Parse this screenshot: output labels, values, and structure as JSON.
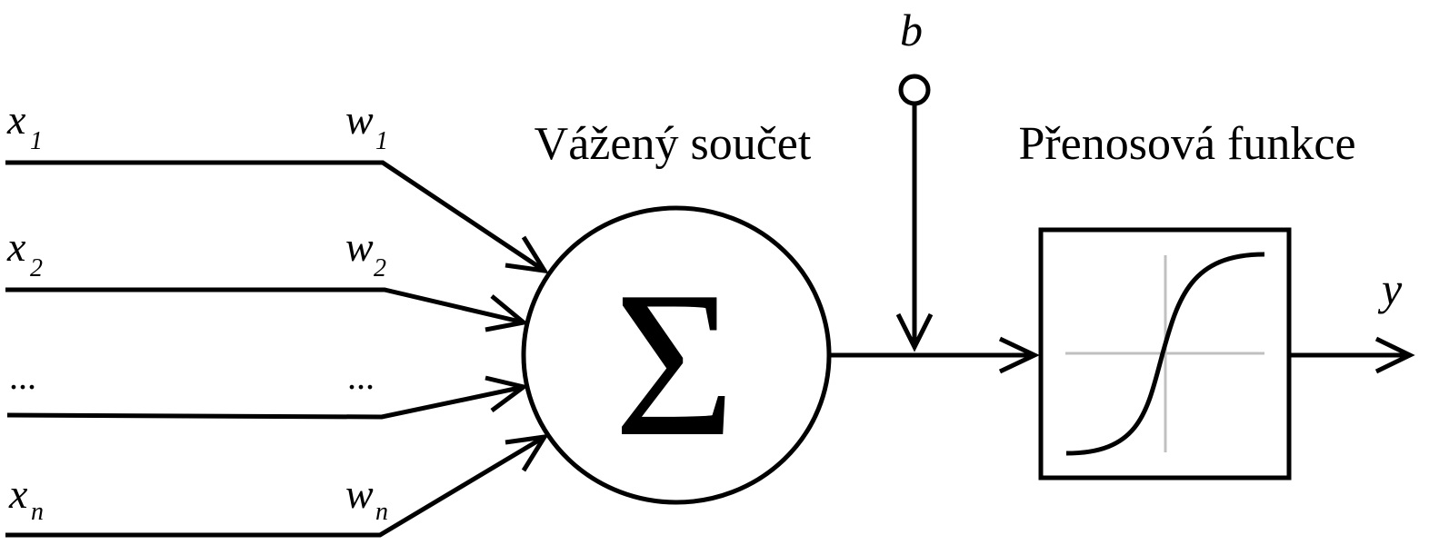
{
  "colors": {
    "line": "#000000",
    "background": "#ffffff",
    "axis": "#c0c0c0"
  },
  "inputs": [
    {
      "x_label": "x",
      "x_sub": "1",
      "w_label": "w",
      "w_sub": "1"
    },
    {
      "x_label": "x",
      "x_sub": "2",
      "w_label": "w",
      "w_sub": "2"
    },
    {
      "x_label": "...",
      "x_sub": "",
      "w_label": "...",
      "w_sub": ""
    },
    {
      "x_label": "x",
      "x_sub": "n",
      "w_label": "w",
      "w_sub": "n"
    }
  ],
  "sum": {
    "title": "Vážený součet",
    "symbol": "Σ"
  },
  "bias": {
    "label": "b"
  },
  "transfer": {
    "title": "Přenosová funkce"
  },
  "output": {
    "label": "y"
  }
}
